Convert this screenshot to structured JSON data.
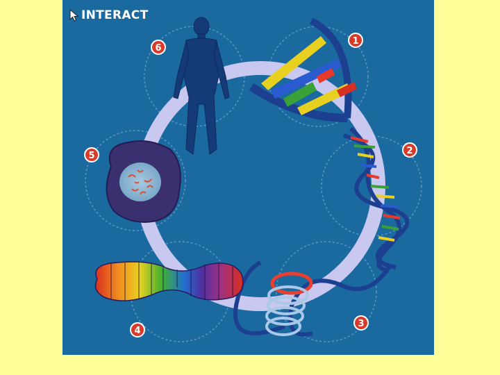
{
  "header": {
    "interact_label": "INTERACT"
  },
  "steps": [
    {
      "number": "1",
      "icon": "dna-base-pairs-icon"
    },
    {
      "number": "2",
      "icon": "double-helix-icon"
    },
    {
      "number": "3",
      "icon": "supercoiled-dna-icon"
    },
    {
      "number": "4",
      "icon": "chromosome-icon"
    },
    {
      "number": "5",
      "icon": "cell-nucleus-icon"
    },
    {
      "number": "6",
      "icon": "human-figure-icon"
    }
  ],
  "colors": {
    "background": "#ffff99",
    "panel": "#1a6aa0",
    "ring": "#c8c8f0",
    "badge": "#d93a2a",
    "helix_backbone": "#1d3f8f"
  }
}
